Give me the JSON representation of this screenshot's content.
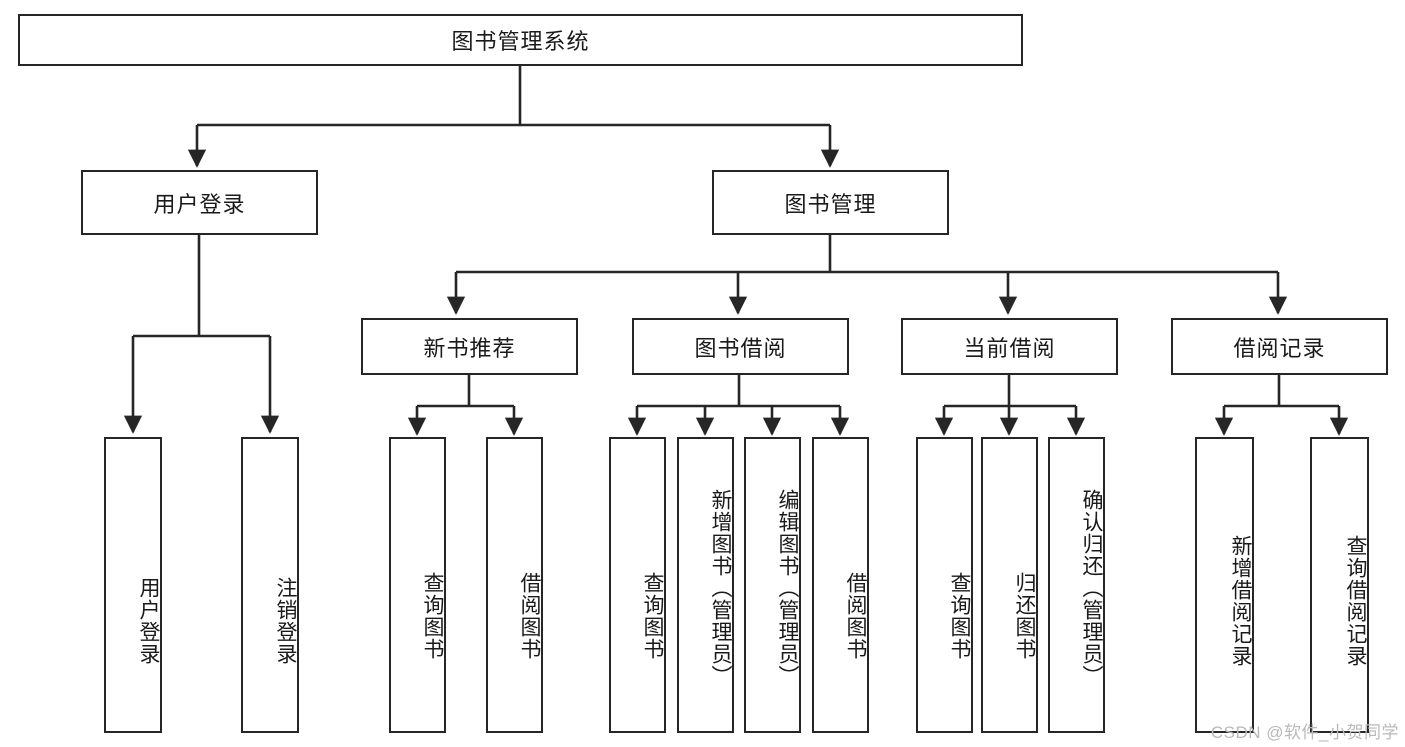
{
  "diagram": {
    "type": "tree-hierarchy",
    "title": "图书管理系统",
    "root": {
      "id": "root",
      "label": "图书管理系统",
      "orientation": "horizontal"
    },
    "level1": [
      {
        "id": "user-login",
        "label": "用户登录",
        "orientation": "horizontal"
      },
      {
        "id": "book-manage",
        "label": "图书管理",
        "orientation": "horizontal"
      }
    ],
    "level2": [
      {
        "id": "new-book-rec",
        "label": "新书推荐",
        "orientation": "horizontal",
        "parent": "book-manage"
      },
      {
        "id": "book-borrow",
        "label": "图书借阅",
        "orientation": "horizontal",
        "parent": "book-manage"
      },
      {
        "id": "current-borrow",
        "label": "当前借阅",
        "orientation": "horizontal",
        "parent": "book-manage"
      },
      {
        "id": "borrow-record",
        "label": "借阅记录",
        "orientation": "horizontal",
        "parent": "book-manage"
      }
    ],
    "leaves": [
      {
        "id": "leaf-user-login",
        "label": "用户登录",
        "parent": "user-login"
      },
      {
        "id": "leaf-user-logout",
        "label": "注销登录",
        "parent": "user-login"
      },
      {
        "id": "leaf-rec-query-book",
        "label": "查询图书",
        "parent": "new-book-rec"
      },
      {
        "id": "leaf-rec-borrow-book",
        "label": "借阅图书",
        "parent": "new-book-rec"
      },
      {
        "id": "leaf-borrow-query-book",
        "label": "查询图书",
        "parent": "book-borrow"
      },
      {
        "id": "leaf-borrow-add-book",
        "label": "新增图书（管理员）",
        "parent": "book-borrow"
      },
      {
        "id": "leaf-borrow-edit-book",
        "label": "编辑图书（管理员）",
        "parent": "book-borrow"
      },
      {
        "id": "leaf-borrow-borrow-book",
        "label": "借阅图书",
        "parent": "book-borrow"
      },
      {
        "id": "leaf-cur-query-book",
        "label": "查询图书",
        "parent": "current-borrow"
      },
      {
        "id": "leaf-cur-return-book",
        "label": "归还图书",
        "parent": "current-borrow"
      },
      {
        "id": "leaf-cur-confirm-return",
        "label": "确认归还（管理员）",
        "parent": "current-borrow"
      },
      {
        "id": "leaf-rec-add-record",
        "label": "新增借阅记录",
        "parent": "borrow-record"
      },
      {
        "id": "leaf-rec-query-record",
        "label": "查询借阅记录",
        "parent": "borrow-record"
      }
    ]
  },
  "watermark": {
    "text": "CSDN @软件_小贺同学"
  },
  "colors": {
    "stroke": "#262626",
    "fill": "#ffffff",
    "text": "#1a1a1a",
    "watermark": "#b9b9b9"
  }
}
